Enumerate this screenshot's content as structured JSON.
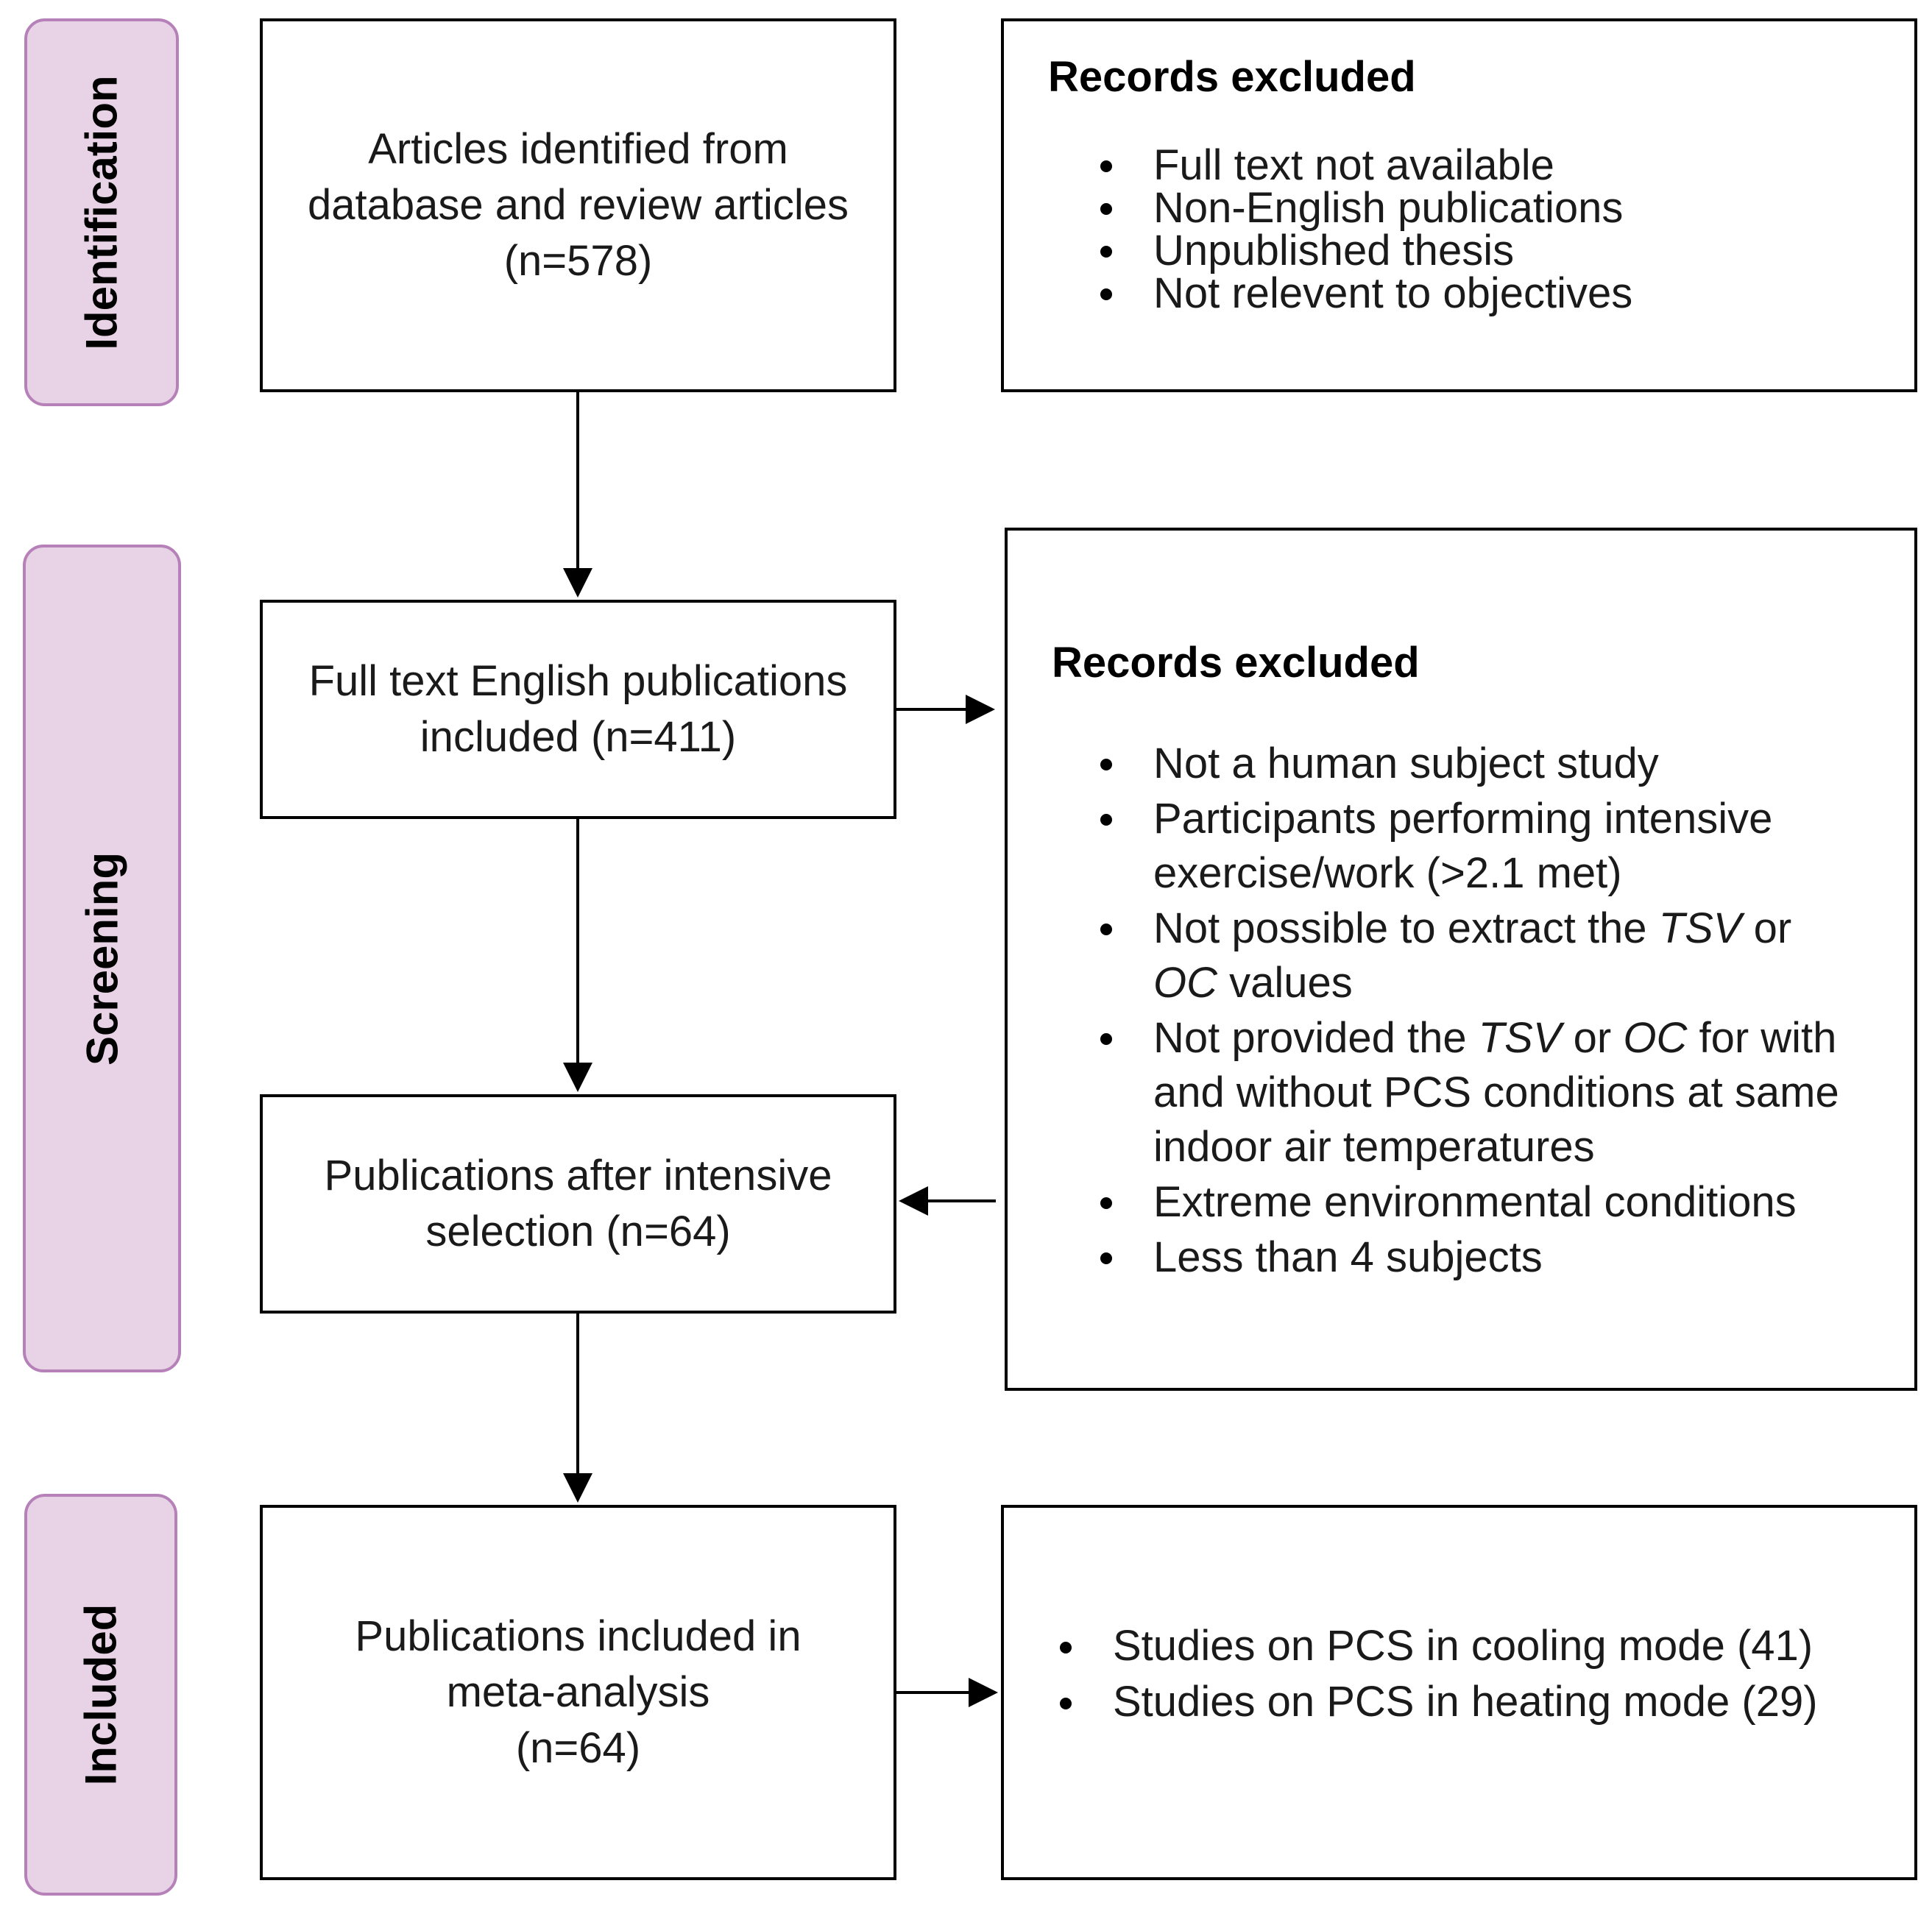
{
  "phases": {
    "identification": "Identification",
    "screening": "Screening",
    "included": "Included"
  },
  "boxes": {
    "identified": [
      "Articles identified from",
      "database and review articles",
      "(n=578)"
    ],
    "full_text": [
      "Full text English publications",
      "included (n=411)"
    ],
    "after_selection": [
      "Publications after intensive",
      "selection (n=64)"
    ],
    "meta_analysis": [
      "Publications included in",
      "meta-analysis",
      "(n=64)"
    ]
  },
  "excluded_1": {
    "title": "Records excluded",
    "items": [
      "Full text not available",
      "Non-English publications",
      "Unpublished thesis",
      "Not relevent to objectives"
    ]
  },
  "excluded_2": {
    "title": "Records excluded",
    "items": {
      "human": "Not a human subject study",
      "intensive_1": "Participants performing intensive",
      "intensive_2": "exercise/work (>2.1 met)",
      "extract_pre": "Not possible to extract the ",
      "extract_tsv": "TSV",
      "extract_or": " or",
      "extract_oc": "OC",
      "extract_post": " values",
      "provided_pre": "Not provided the ",
      "provided_tsv": "TSV",
      "provided_or": " or ",
      "provided_oc": "OC",
      "provided_post": " for with",
      "provided_2": "and without PCS conditions at same",
      "provided_3": "indoor air temperatures",
      "extreme": "Extreme environmental conditions",
      "subjects": "Less than 4 subjects"
    }
  },
  "studies": {
    "items": [
      "Studies on PCS in cooling mode (41)",
      "Studies on PCS in heating mode (29)"
    ]
  }
}
